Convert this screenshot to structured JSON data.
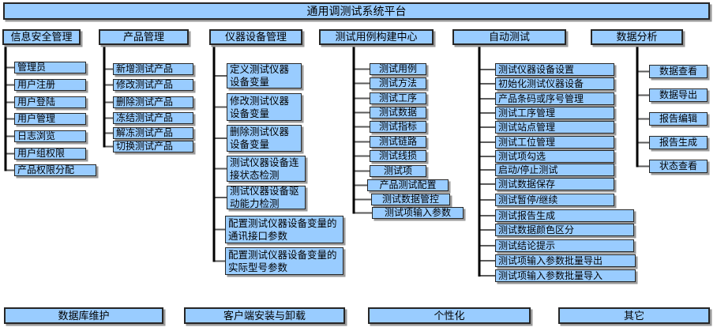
{
  "title": "通用调测试系统平台",
  "colors": {
    "background": "#FFFFFF",
    "box_fill": "#99CCFF",
    "box_border": "#262626",
    "box_shadow": "#9A9A9A",
    "trunk_line": "#000000",
    "stub_line": "#5A5A5A",
    "text": "#000000"
  },
  "columns": [
    {
      "label": "信息安全管理",
      "children": [
        "管理员",
        "用户注册",
        "用户登陆",
        "用户管理",
        "日志浏览",
        "用户组权限",
        "产品权限分配"
      ]
    },
    {
      "label": "产品管理",
      "children": [
        "新增测试产品",
        "修改测试产品",
        "删除测试产品",
        "冻结测试产品",
        "解冻测试产品",
        "切换测试产品"
      ]
    },
    {
      "label": "仪器设备管理",
      "children": [
        "定义测试仪器设备变量",
        "修改测试仪器设备变量",
        "删除测试仪器设备变量",
        "测试仪器设备连接状态检测",
        "测试仪器设备驱动能力检测",
        "配置测试仪器设备变量的通讯接口参数",
        "配置测试仪器设备变量的实际型号参数"
      ]
    },
    {
      "label": "测试用例构建中心",
      "children": [
        "测试用例",
        "测试方法",
        "测试工序",
        "测试数据",
        "测试指标",
        "测试链路",
        "测试线损",
        "测试项",
        "产品测试配置",
        "测试数据管控",
        "测试项输入参数"
      ]
    },
    {
      "label": "自动测试",
      "children": [
        "测试仪器设备设置",
        "初始化测试仪器设备",
        "产品条码或序号管理",
        "测试工序管理",
        "测试站点管理",
        "测试工位管理",
        "测试项勾选",
        "启动/停止测试",
        "测试数据保存",
        "测试暂停/继续",
        "测试报告生成",
        "测试数据颜色区分",
        "测试结论提示",
        "测试项输入参数批量导出",
        "测试项输入参数批量导入"
      ]
    },
    {
      "label": "数据分析",
      "children": [
        "数据查看",
        "数据导出",
        "报告编辑",
        "报告生成",
        "状态查看"
      ]
    }
  ],
  "bottom_boxes": [
    "数据库维护",
    "客户端安装与卸载",
    "个性化",
    "其它"
  ]
}
